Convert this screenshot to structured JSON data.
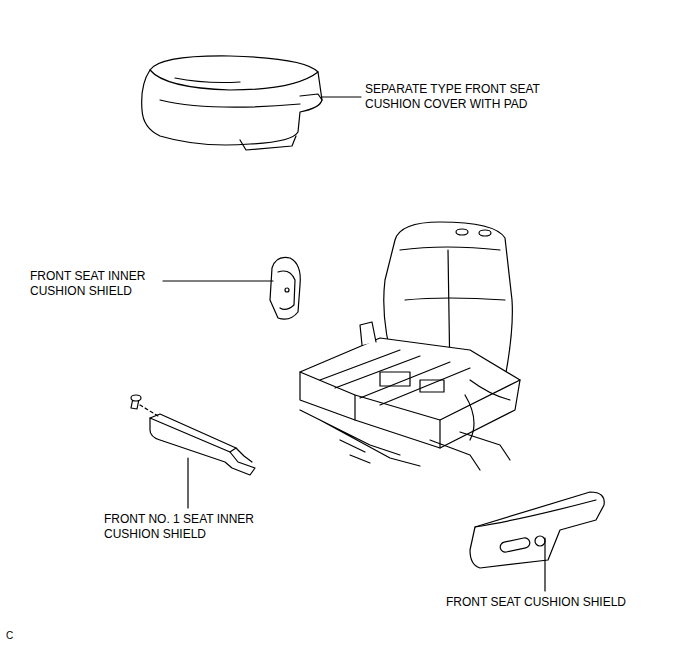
{
  "diagram": {
    "labels": [
      "SEPARATE TYPE FRONT SEAT CUSHION COVER WITH PAD",
      "FRONT SEAT INNER CUSHION SHIELD",
      "FRONT NO. 1 SEAT INNER CUSHION SHIELD",
      "FRONT SEAT CUSHION SHIELD",
      "C"
    ]
  }
}
